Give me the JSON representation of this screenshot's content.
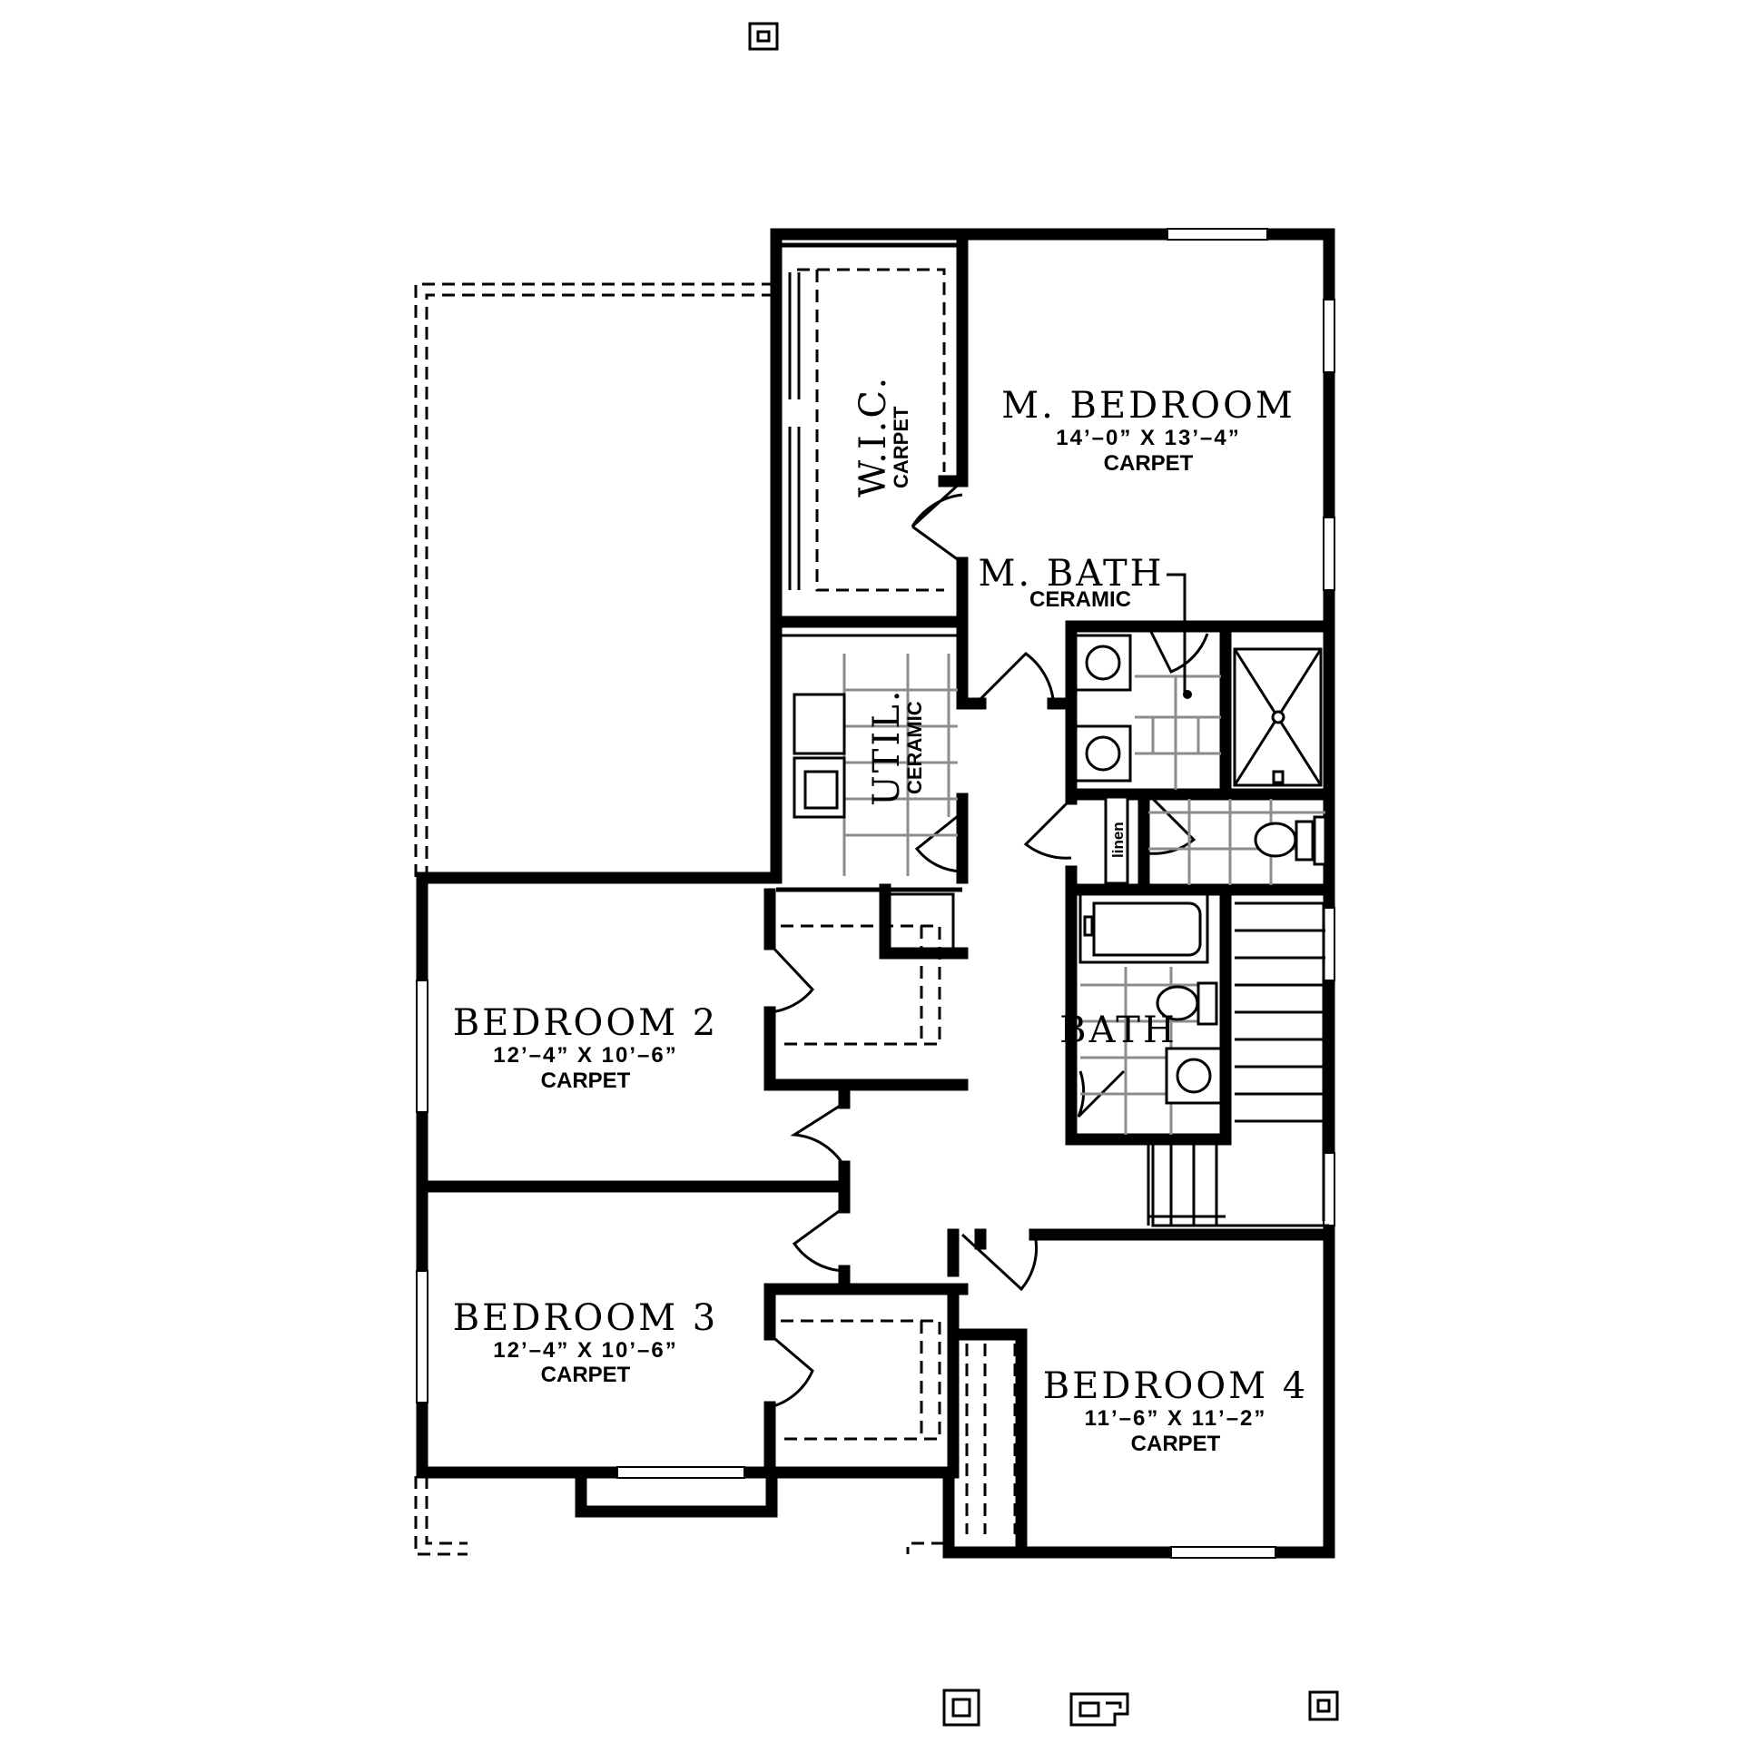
{
  "rooms": {
    "master_bedroom": {
      "name": "M. BEDROOM",
      "dims": "14’–0” X 13’–4”",
      "floor": "CARPET"
    },
    "master_bath": {
      "name": "M. BATH",
      "floor": "CERAMIC"
    },
    "wic": {
      "name": "W.I.C.",
      "floor": "CARPET"
    },
    "util": {
      "name": "UTIL.",
      "floor": "CERAMIC"
    },
    "linen": {
      "name": "linen"
    },
    "bedroom2": {
      "name": "BEDROOM 2",
      "dims": "12’–4” X 10’–6”",
      "floor": "CARPET"
    },
    "bedroom3": {
      "name": "BEDROOM 3",
      "dims": "12’–4” X 10’–6”",
      "floor": "CARPET"
    },
    "bedroom4": {
      "name": "BEDROOM 4",
      "dims": "11’–6” X 11’–2”",
      "floor": "CARPET"
    },
    "bath": {
      "name": "BATH"
    }
  }
}
